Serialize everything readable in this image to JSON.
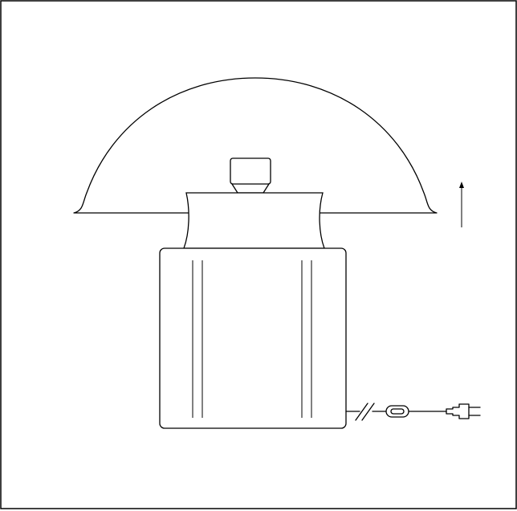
{
  "diagram": {
    "subject": "table-lamp-line-drawing",
    "stroke_color": "#000000",
    "background_color": "#ffffff",
    "icons": [
      "lamp-shade",
      "lamp-cap",
      "lamp-neck",
      "lamp-base",
      "power-cord",
      "cord-break-marks",
      "inline-switch-icon",
      "power-plug-icon",
      "height-arrow-icon"
    ]
  }
}
